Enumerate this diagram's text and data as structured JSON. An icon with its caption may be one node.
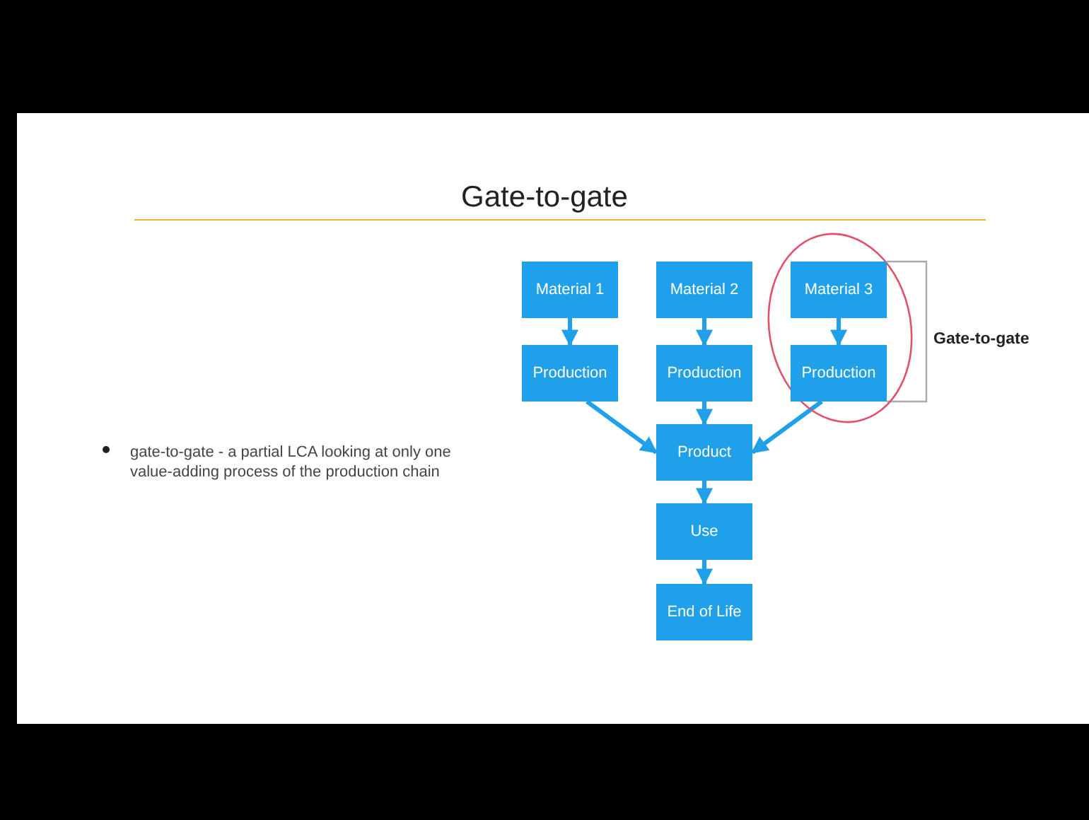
{
  "diagram": {
    "title": "Gate-to-gate",
    "nodes": [
      {
        "text": [
          "Material 1"
        ]
      },
      {
        "text": [
          "Material 2"
        ]
      },
      {
        "text": [
          "Material 3"
        ]
      },
      {
        "text": [
          "Production"
        ]
      },
      {
        "text": [
          "Production"
        ]
      },
      {
        "text": [
          "Production"
        ]
      },
      {
        "text": [
          "Product"
        ]
      },
      {
        "text": [
          "Use"
        ]
      },
      {
        "text": [
          "End of Life"
        ]
      }
    ],
    "edges": [
      {
        "from": 0,
        "to": 3,
        "arrow": "to"
      },
      {
        "from": 1,
        "to": 4,
        "arrow": "to"
      },
      {
        "from": 2,
        "to": 5,
        "arrow": "to"
      },
      {
        "from": 3,
        "to": 6,
        "arrow": "to"
      },
      {
        "from": 4,
        "to": 6,
        "arrow": "to"
      },
      {
        "from": 5,
        "to": 6,
        "arrow": "to"
      },
      {
        "from": 6,
        "to": 7,
        "arrow": "to"
      },
      {
        "from": 7,
        "to": 8,
        "arrow": "to"
      }
    ],
    "labels": [
      "Gate-to-gate",
      "gate-to-gate - a partial LCA looking at only one value-adding process of the production chain"
    ]
  }
}
